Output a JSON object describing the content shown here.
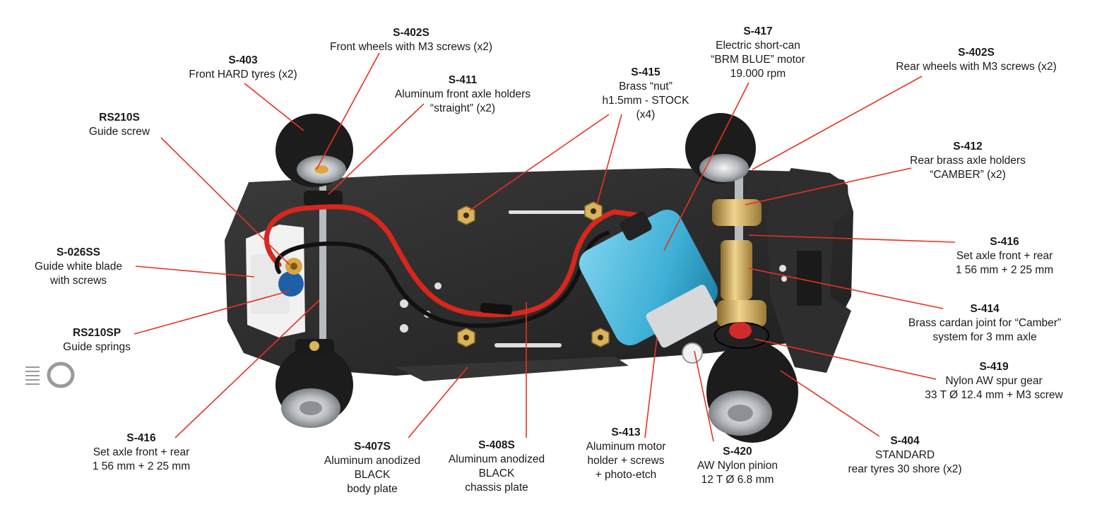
{
  "parts": [
    {
      "id": "p-s402s-front",
      "code": "S-402S",
      "lines": [
        "Front wheels with M3 screws (x2)"
      ]
    },
    {
      "id": "p-s403",
      "code": "S-403",
      "lines": [
        "Front HARD tyres (x2)"
      ]
    },
    {
      "id": "p-s411",
      "code": "S-411",
      "lines": [
        "Aluminum front axle holders",
        "“straight” (x2)"
      ]
    },
    {
      "id": "p-rs210s",
      "code": "RS210S",
      "lines": [
        "Guide screw"
      ]
    },
    {
      "id": "p-s415",
      "code": "S-415",
      "lines": [
        "Brass “nut”",
        "h1.5mm - STOCK",
        "(x4)"
      ]
    },
    {
      "id": "p-s417",
      "code": "S-417",
      "lines": [
        "Electric short-can",
        "“BRM BLUE” motor",
        "19.000 rpm"
      ]
    },
    {
      "id": "p-s402s-rear",
      "code": "S-402S",
      "lines": [
        "Rear wheels with M3 screws (x2)"
      ]
    },
    {
      "id": "p-s412",
      "code": "S-412",
      "lines": [
        "Rear brass axle holders",
        "“CAMBER” (x2)"
      ]
    },
    {
      "id": "p-s026ss",
      "code": "S-026SS",
      "lines": [
        "Guide white blade",
        "with screws"
      ]
    },
    {
      "id": "p-s416-right",
      "code": "S-416",
      "lines": [
        "Set axle front + rear",
        "1 56 mm + 2 25 mm"
      ]
    },
    {
      "id": "p-rs210sp",
      "code": "RS210SP",
      "lines": [
        "Guide springs"
      ]
    },
    {
      "id": "p-s414",
      "code": "S-414",
      "lines": [
        "Brass cardan joint for “Camber”",
        "system for 3 mm axle"
      ]
    },
    {
      "id": "p-s419",
      "code": "S-419",
      "lines": [
        "Nylon AW spur gear",
        "33 T Ø 12.4 mm + M3 screw"
      ]
    },
    {
      "id": "p-s416-left",
      "code": "S-416",
      "lines": [
        "Set axle front + rear",
        "1 56 mm + 2 25 mm"
      ]
    },
    {
      "id": "p-s407s",
      "code": "S-407S",
      "lines": [
        "Aluminum anodized",
        "BLACK",
        "body plate"
      ]
    },
    {
      "id": "p-s408s",
      "code": "S-408S",
      "lines": [
        "Aluminum anodized",
        "BLACK",
        "chassis plate"
      ]
    },
    {
      "id": "p-s413",
      "code": "S-413",
      "lines": [
        "Aluminum motor",
        "holder + screws",
        "+ photo-etch"
      ]
    },
    {
      "id": "p-s420",
      "code": "S-420",
      "lines": [
        "AW Nylon pinion",
        "12 T Ø 6.8 mm"
      ]
    },
    {
      "id": "p-s404",
      "code": "S-404",
      "lines": [
        "STANDARD",
        "rear tyres 30 shore (x2)"
      ]
    }
  ],
  "colors": {
    "leader": "#e8321e",
    "chassis": "#262626",
    "tyre": "#1c1c1c",
    "rim": "#c9ccd0",
    "motor_can": "#3fb0d6",
    "brass": "#c9a35a",
    "wire_red": "#d9261c",
    "wire_black": "#111111",
    "guide_blue": "#1f5fa8",
    "guide_white": "#e8e8e8"
  }
}
